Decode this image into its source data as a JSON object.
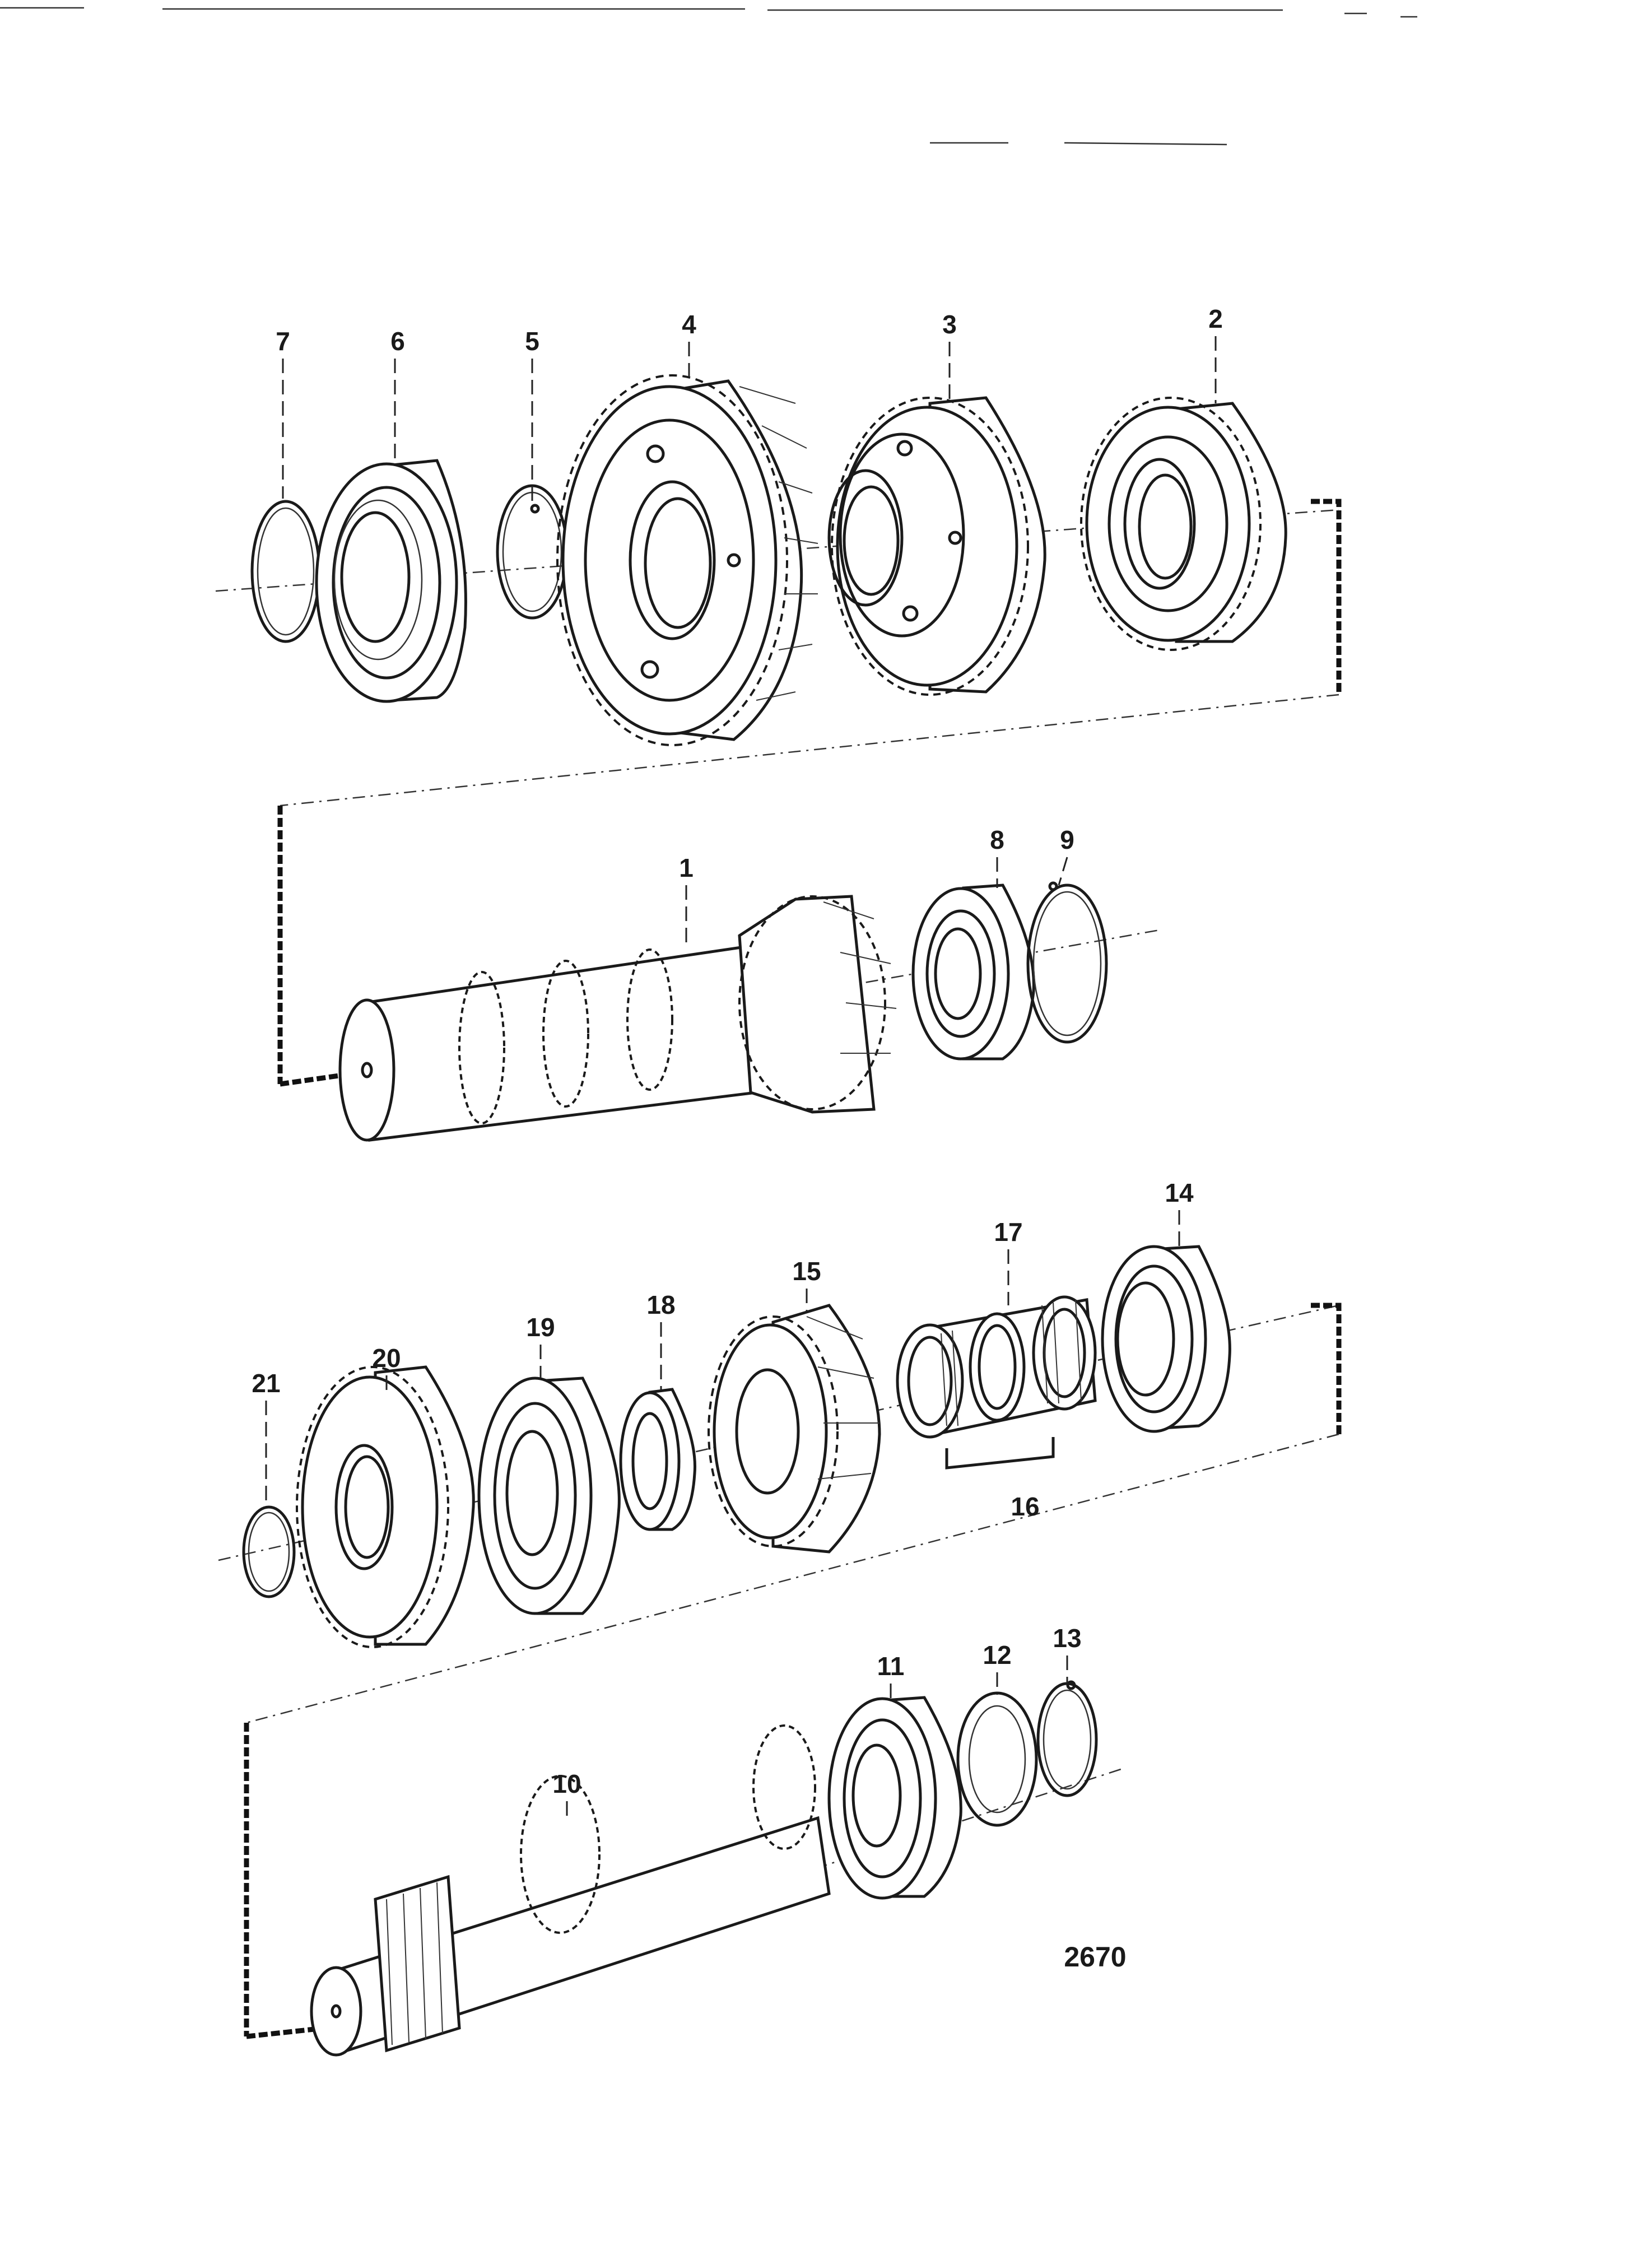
{
  "figure_number": "2670",
  "part_labels": [
    "1",
    "2",
    "3",
    "4",
    "5",
    "6",
    "7",
    "8",
    "9",
    "10",
    "11",
    "12",
    "13",
    "14",
    "15",
    "16",
    "17",
    "18",
    "19",
    "20",
    "21"
  ]
}
